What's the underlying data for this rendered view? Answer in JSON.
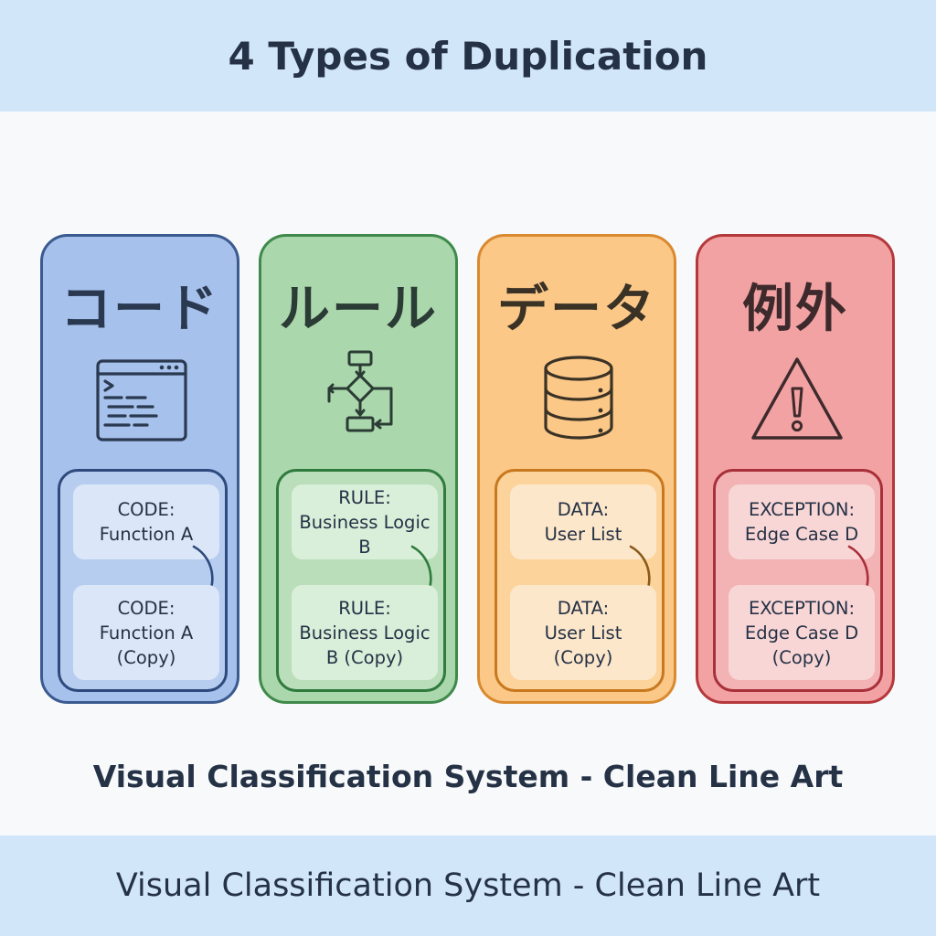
{
  "header": {
    "title": "4 Types of Duplication"
  },
  "subtitle": "Visual Classification System - Clean Line Art",
  "footer": {
    "text": "Visual Classification System - Clean Line Art"
  },
  "panels": [
    {
      "title": "コード",
      "icon": "code-window-icon",
      "color": "#a6c1ec",
      "card1": {
        "line1": "CODE:",
        "line2": "Function A",
        "line3": ""
      },
      "card2": {
        "line1": "CODE:",
        "line2": "Function A",
        "line3": "(Copy)"
      }
    },
    {
      "title": "ルール",
      "icon": "flowchart-icon",
      "color": "#aad7ab",
      "card1": {
        "line1": "RULE:",
        "line2": "Business Logic",
        "line3": "B"
      },
      "card2": {
        "line1": "RULE:",
        "line2": "Business Logic",
        "line3": "B (Copy)"
      }
    },
    {
      "title": "データ",
      "icon": "database-icon",
      "color": "#fbc887",
      "card1": {
        "line1": "DATA:",
        "line2": "User List",
        "line3": ""
      },
      "card2": {
        "line1": "DATA:",
        "line2": "User List",
        "line3": "(Copy)"
      }
    },
    {
      "title": "例外",
      "icon": "warning-icon",
      "color": "#f2a2a2",
      "card1": {
        "line1": "EXCEPTION:",
        "line2": "Edge Case D",
        "line3": ""
      },
      "card2": {
        "line1": "EXCEPTION:",
        "line2": "Edge Case D",
        "line3": "(Copy)"
      }
    }
  ]
}
